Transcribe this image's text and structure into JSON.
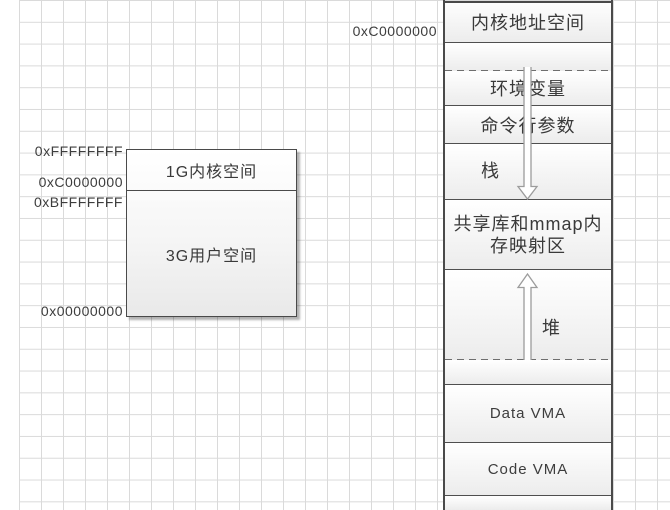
{
  "left_diagram": {
    "addresses": {
      "top": "0xFFFFFFFF",
      "kernel_bottom": "0xC0000000",
      "user_top": "0xBFFFFFFF",
      "bottom": "0x00000000"
    },
    "kernel_section": "1G内核空间",
    "user_section": "3G用户空间"
  },
  "right_diagram": {
    "address": "0xC0000000",
    "sections": {
      "kernel": "内核地址空间",
      "env_vars": "环境变量",
      "cmd_args": "命令行参数",
      "stack": "栈",
      "mmap": "共享库和mmap内存映射区",
      "heap": "堆",
      "data_vma": "Data VMA",
      "code_vma": "Code VMA"
    }
  },
  "icons": {
    "stack_growth_arrow": "hollow-arrow-down",
    "heap_growth_arrow": "hollow-arrow-up"
  },
  "colors": {
    "background": "#ffffff",
    "grid_line": "#dadada",
    "box_border": "#4a4a4a",
    "dashed_line": "#6e6e6e",
    "arrow_outline": "#9c9c9c",
    "text": "#3a3a3a",
    "section_fill_top": "#ffffff",
    "section_fill_bottom": "#ececec"
  }
}
